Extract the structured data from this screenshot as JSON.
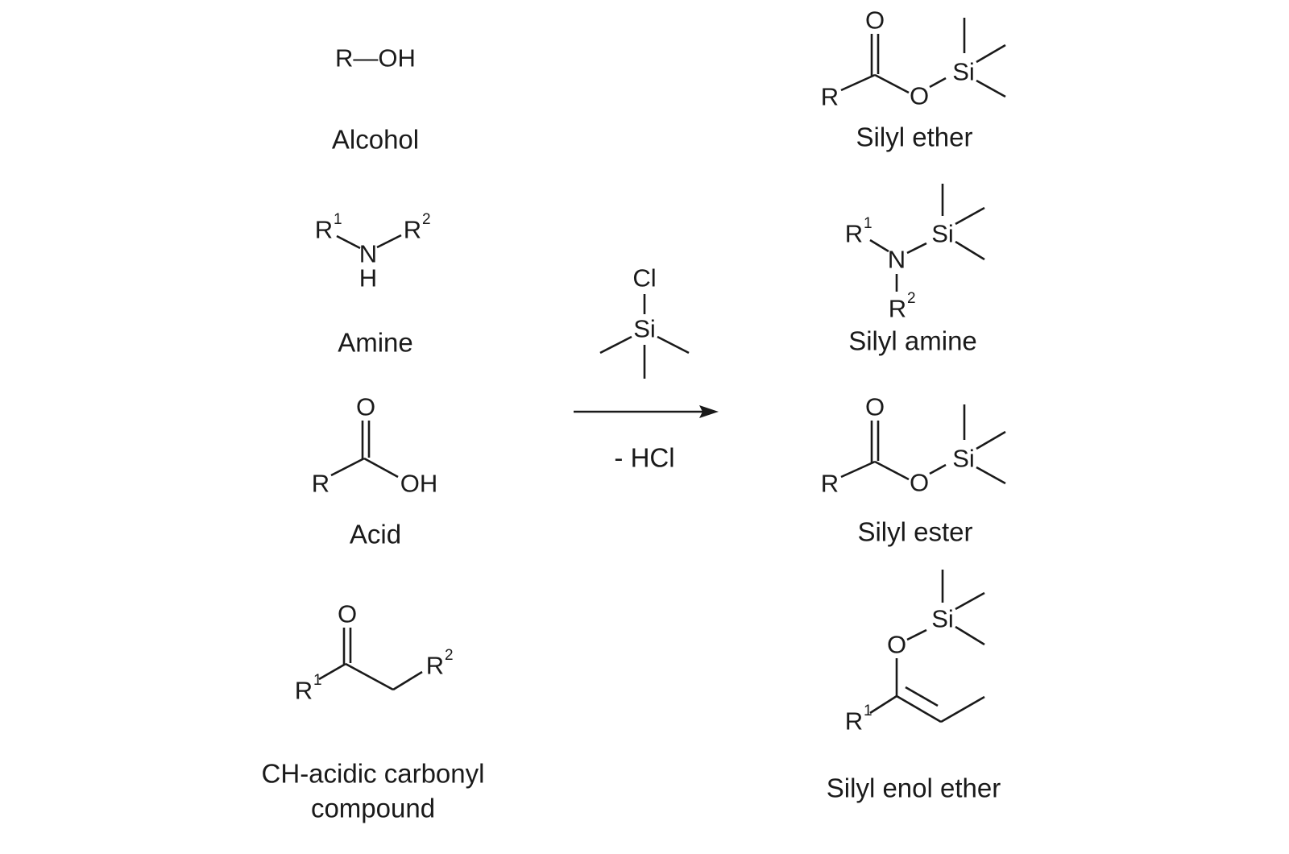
{
  "reactants": [
    {
      "name": "Alcohol",
      "formula": "R—OH"
    },
    {
      "name": "Amine",
      "atoms": {
        "r1": "R",
        "r1_sup": "1",
        "n": "N",
        "h": "H",
        "r2": "R",
        "r2_sup": "2"
      }
    },
    {
      "name": "Acid",
      "atoms": {
        "o": "O",
        "r": "R",
        "oh": "OH"
      }
    },
    {
      "name_line1": "CH-acidic carbonyl",
      "name_line2": "compound",
      "atoms": {
        "o": "O",
        "r1": "R",
        "r1_sup": "1",
        "r2": "R",
        "r2_sup": "2"
      }
    }
  ],
  "reagent": {
    "cl": "Cl",
    "si": "Si",
    "byproduct": "- HCl"
  },
  "products": [
    {
      "name": "Silyl ether",
      "atoms": {
        "o1": "O",
        "r": "R",
        "o2": "O",
        "si": "Si"
      }
    },
    {
      "name": "Silyl amine",
      "atoms": {
        "r1": "R",
        "r1_sup": "1",
        "n": "N",
        "si": "Si",
        "r2": "R",
        "r2_sup": "2"
      }
    },
    {
      "name": "Silyl ester",
      "atoms": {
        "o1": "O",
        "r": "R",
        "o2": "O",
        "si": "Si"
      }
    },
    {
      "name": "Silyl enol ether",
      "atoms": {
        "si": "Si",
        "o": "O",
        "r1": "R",
        "r1_sup": "1"
      }
    }
  ]
}
